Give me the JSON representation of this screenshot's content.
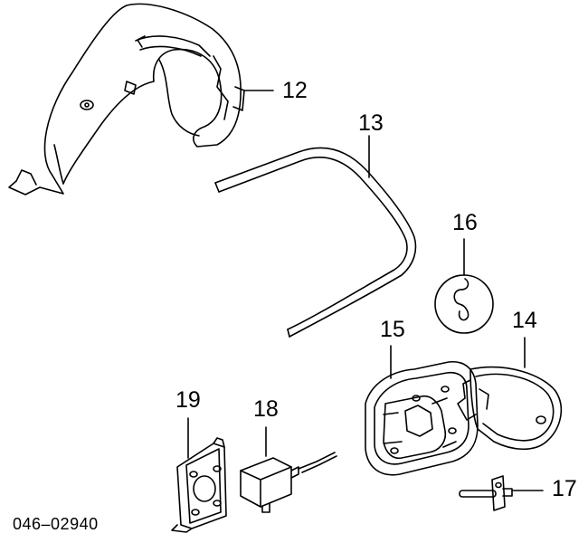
{
  "diagram": {
    "callouts": [
      {
        "id": "part-12",
        "label": "12"
      },
      {
        "id": "part-13",
        "label": "13"
      },
      {
        "id": "part-14",
        "label": "14"
      },
      {
        "id": "part-15",
        "label": "15"
      },
      {
        "id": "part-16",
        "label": "16"
      },
      {
        "id": "part-17",
        "label": "17"
      },
      {
        "id": "part-18",
        "label": "18"
      },
      {
        "id": "part-19",
        "label": "19"
      }
    ],
    "diagram_id": "046–02940",
    "colors": {
      "line": "#000000",
      "background": "#ffffff"
    }
  }
}
